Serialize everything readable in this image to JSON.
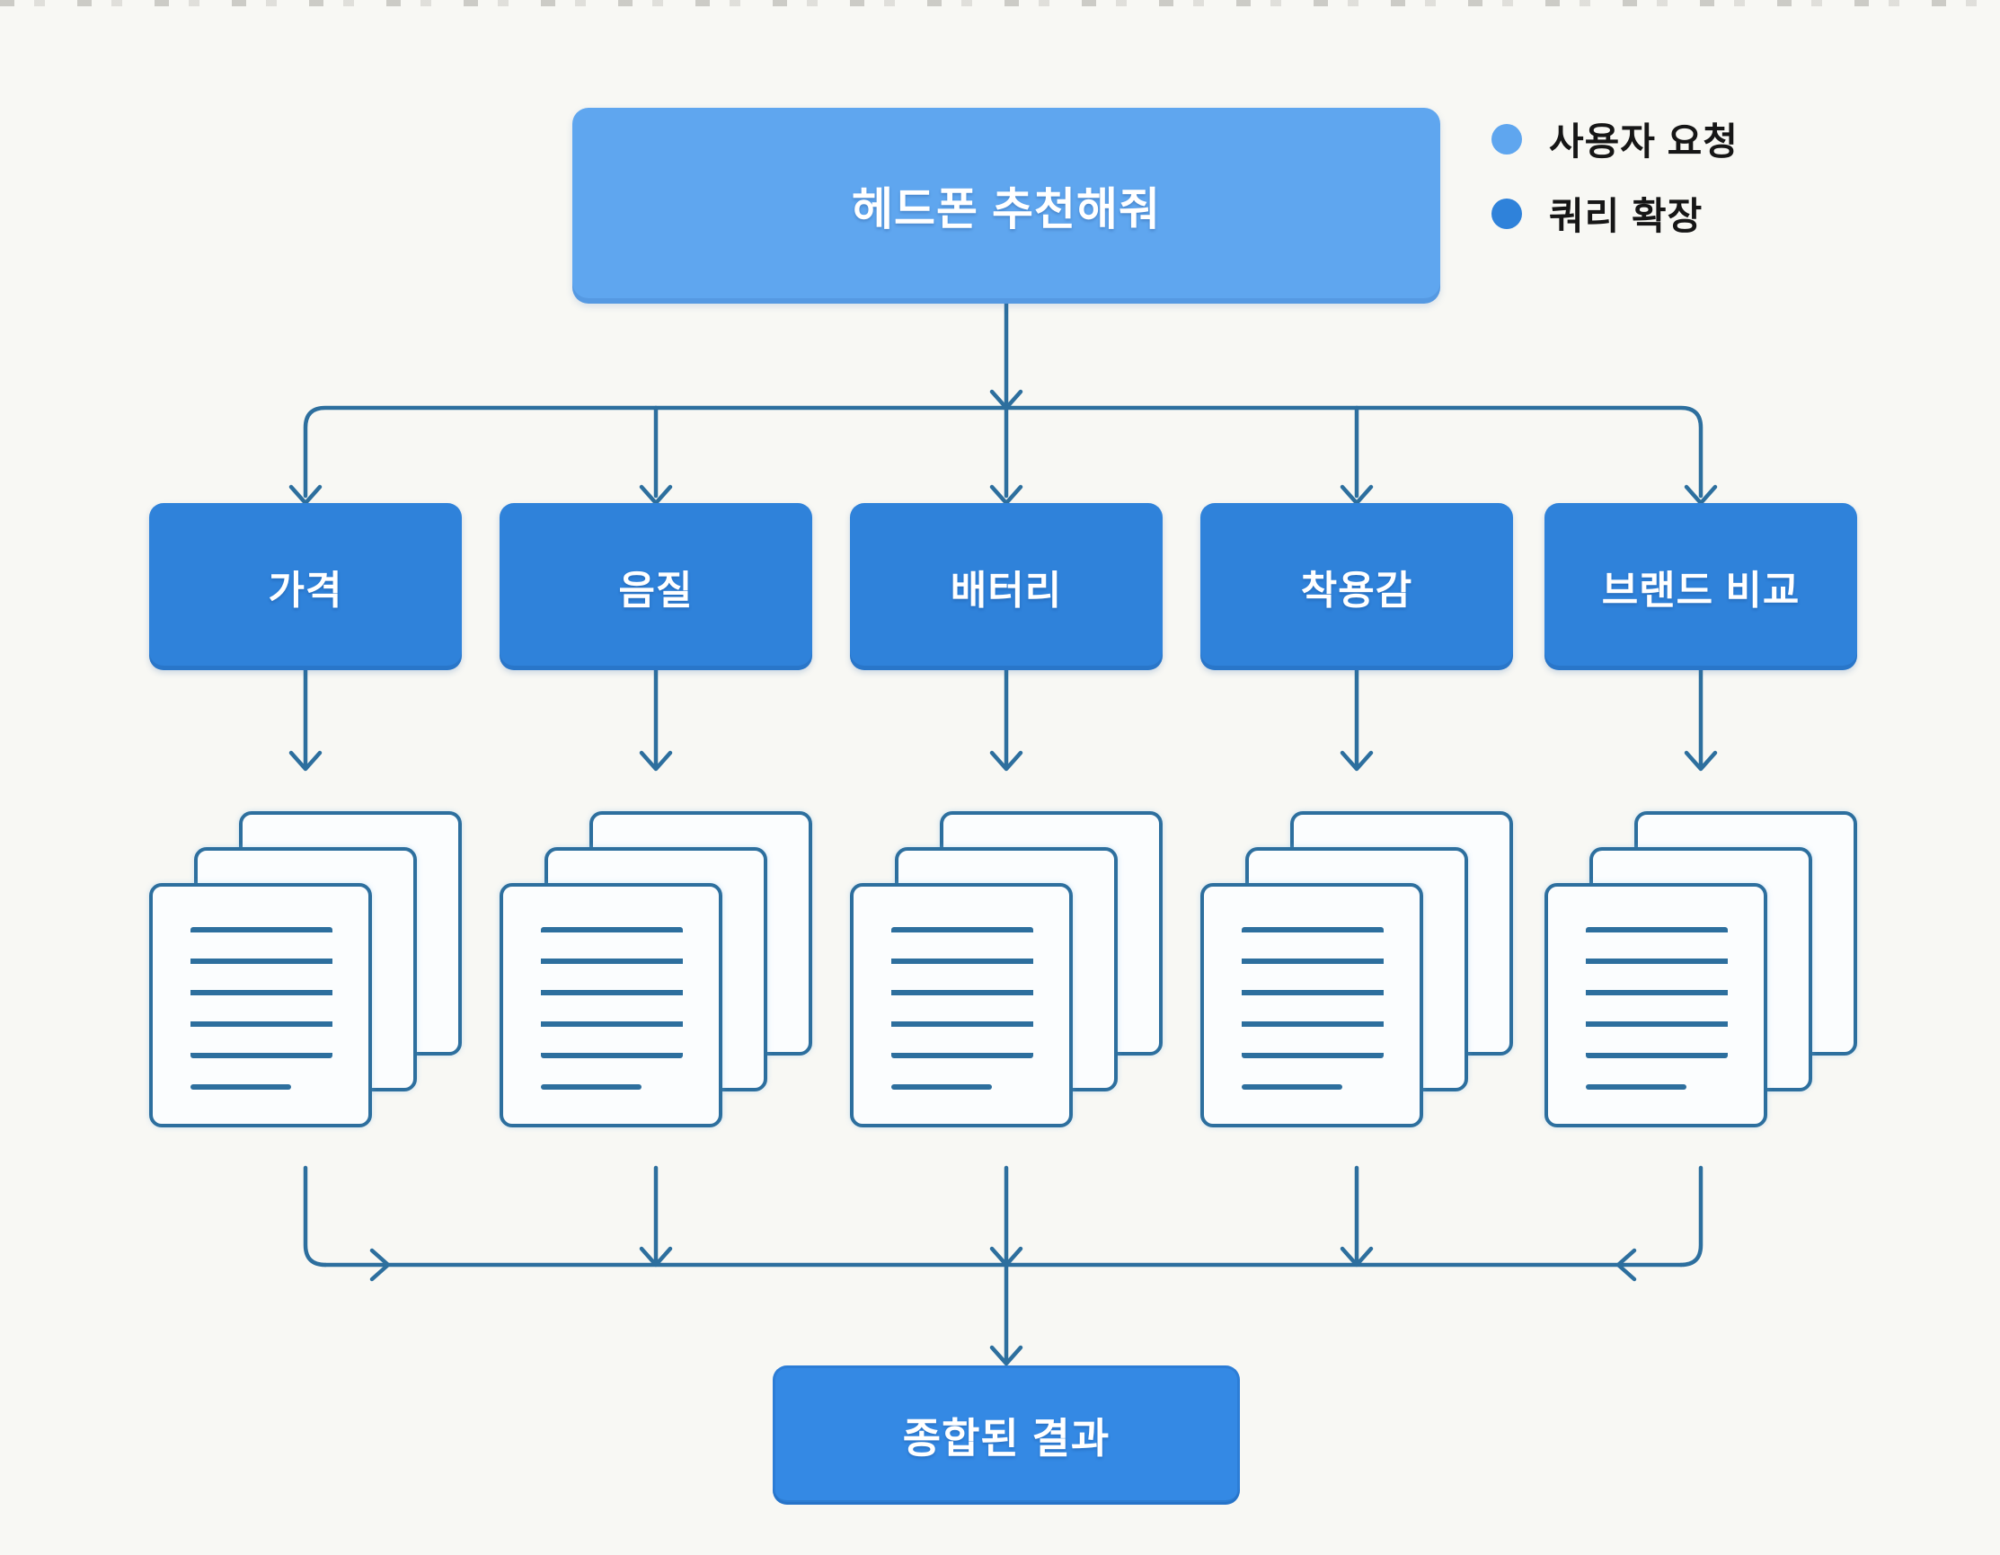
{
  "diagram_type": "flowchart",
  "root": {
    "label": "헤드폰 추천해줘"
  },
  "legend": {
    "items": [
      {
        "label": "사용자 요청",
        "color": "#5fa6ef"
      },
      {
        "label": "쿼리 확장",
        "color": "#2f82da"
      }
    ]
  },
  "branches": [
    {
      "label": "가격"
    },
    {
      "label": "음질"
    },
    {
      "label": "배터리"
    },
    {
      "label": "착용감"
    },
    {
      "label": "브랜드 비교"
    }
  ],
  "result": {
    "label": "종합된 결과"
  },
  "documents_per_branch": 3,
  "icons": {
    "document_stack": "three-stacked-pages-with-text-lines",
    "legend_marker": "filled-circle"
  },
  "colors": {
    "background": "#f8f8f4",
    "user_request": "#5fa6ef",
    "query_expansion": "#2f82da",
    "result_box": "#3489e4",
    "connector": "#2d6f9e",
    "page_fill": "#fbfdfe",
    "legend_text": "#161616",
    "text_on_blue": "#ffffff"
  }
}
